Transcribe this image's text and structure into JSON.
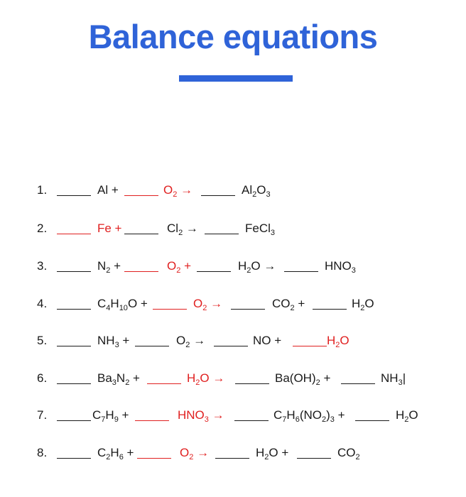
{
  "title": "Balance equations",
  "colors": {
    "accent": "#2f63d8",
    "highlight": "#e02020",
    "text": "#1a1a1a"
  },
  "equations": [
    {
      "number": "1.",
      "reactants": [
        {
          "html": "Al +",
          "red": false
        },
        {
          "html": "O<sub>2</sub> →",
          "red": true
        }
      ],
      "products": [
        {
          "html": "Al<sub>2</sub>O<sub>3</sub>",
          "red": false
        }
      ]
    },
    {
      "number": "2.",
      "reactants": [
        {
          "html": "Fe +",
          "red": true
        },
        {
          "html": "Cl<sub>2</sub> →",
          "red": false
        }
      ],
      "products": [
        {
          "html": "FeCl<sub>3</sub>",
          "red": false
        }
      ]
    },
    {
      "number": "3.",
      "reactants": [
        {
          "html": "N<sub>2</sub> +",
          "red": false
        },
        {
          "html": "O<sub>2</sub> +",
          "red": true
        },
        {
          "html": "H<sub>2</sub>O →",
          "red": false
        }
      ],
      "products": [
        {
          "html": "HNO<sub>3</sub>",
          "red": false
        }
      ]
    },
    {
      "number": "4.",
      "reactants": [
        {
          "html": "C<sub>4</sub>H<sub>10</sub>O +",
          "red": false
        },
        {
          "html": "O<sub>2</sub> →",
          "red": true
        }
      ],
      "products": [
        {
          "html": "CO<sub>2</sub> +",
          "red": false
        },
        {
          "html": "H<sub>2</sub>O",
          "red": false
        }
      ]
    },
    {
      "number": "5.",
      "reactants": [
        {
          "html": "NH<sub>3</sub> +",
          "red": false
        },
        {
          "html": "O<sub>2</sub> →",
          "red": false
        }
      ],
      "products": [
        {
          "html": "NO +",
          "red": false
        },
        {
          "html": "H<sub>2</sub>O",
          "red": true
        }
      ]
    },
    {
      "number": "6.",
      "reactants": [
        {
          "html": "Ba<sub>3</sub>N<sub>2</sub> +",
          "red": false
        },
        {
          "html": "H<sub>2</sub>O →",
          "red": true
        }
      ],
      "products": [
        {
          "html": "Ba(OH)<sub>2</sub> +",
          "red": false
        },
        {
          "html": "NH<sub>3</sub>|",
          "red": false
        }
      ]
    },
    {
      "number": "7.",
      "reactants": [
        {
          "html": "C<sub>7</sub>H<sub>9</sub> +",
          "red": false
        },
        {
          "html": "HNO<sub>3</sub> →",
          "red": true
        }
      ],
      "products": [
        {
          "html": "C<sub>7</sub>H<sub>6</sub>(NO<sub>2</sub>)<sub>3</sub> +",
          "red": false
        },
        {
          "html": "H<sub>2</sub>O",
          "red": false
        }
      ]
    },
    {
      "number": "8.",
      "reactants": [
        {
          "html": "C<sub>2</sub>H<sub>6</sub> +",
          "red": false
        },
        {
          "html": "O<sub>2</sub> →",
          "red": true
        }
      ],
      "products": [
        {
          "html": "H<sub>2</sub>O +",
          "red": false
        },
        {
          "html": "CO<sub>2</sub>",
          "red": false
        }
      ]
    }
  ]
}
